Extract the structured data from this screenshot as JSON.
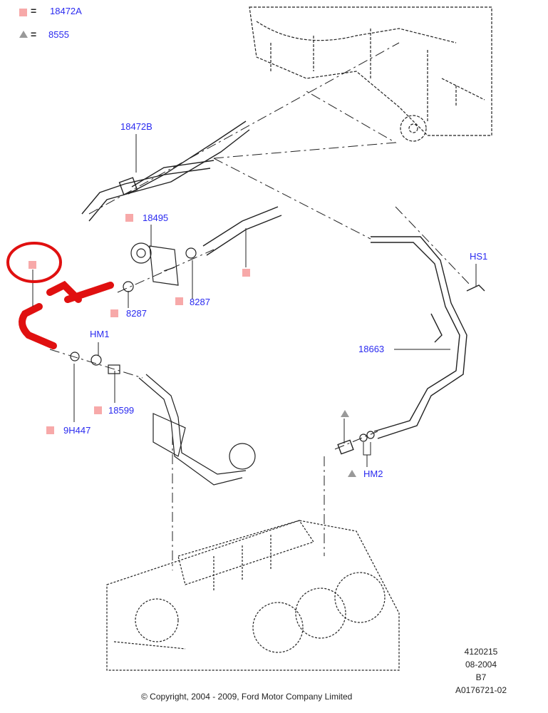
{
  "legend": [
    {
      "symbol": "pink-square",
      "equals": "=",
      "value": "18472A"
    },
    {
      "symbol": "gray-triangle",
      "equals": "=",
      "value": "8555"
    }
  ],
  "callouts": {
    "c18472B": "18472B",
    "c18495": "18495",
    "c8287a": "8287",
    "c8287b": "8287",
    "cHM1": "HM1",
    "c18599": "18599",
    "c9H447": "9H447",
    "cHS1": "HS1",
    "c18663": "18663",
    "cHM2": "HM2"
  },
  "highlight": {
    "color": "#e01010",
    "part": "18472A",
    "note": "circled"
  },
  "meta": {
    "line1": "4120215",
    "line2": "08-2004",
    "line3": "B7",
    "line4": "A0176721-02"
  },
  "copyright": "© Copyright, 2004 - 2009, Ford Motor Company Limited"
}
